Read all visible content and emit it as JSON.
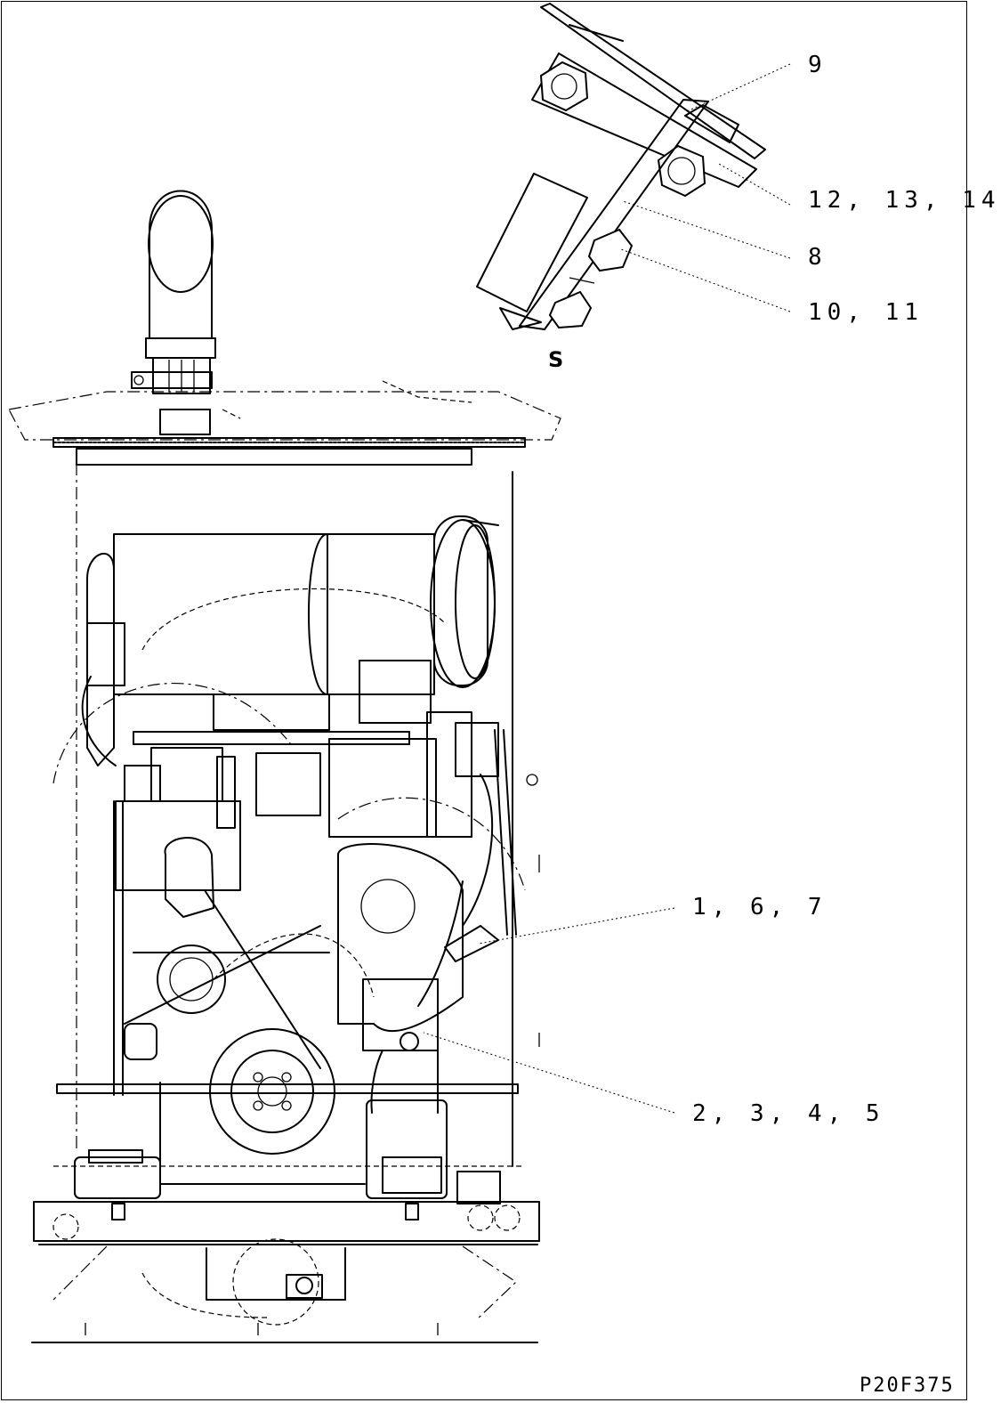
{
  "diagram": {
    "view_label": "S",
    "drawing_number": "P20F375",
    "callouts": [
      {
        "id": "c9",
        "text": "9"
      },
      {
        "id": "c12",
        "text": "12, 13, 14"
      },
      {
        "id": "c8",
        "text": "8"
      },
      {
        "id": "c10",
        "text": "10, 11"
      },
      {
        "id": "c1",
        "text": "1, 6, 7"
      },
      {
        "id": "c2",
        "text": "2, 3, 4, 5"
      }
    ]
  }
}
